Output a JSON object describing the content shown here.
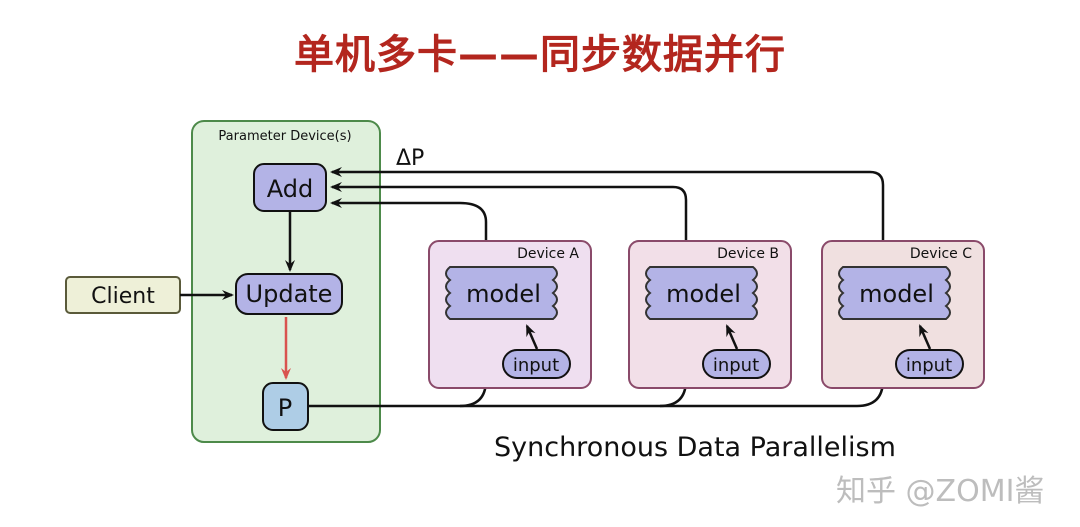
{
  "title": "单机多卡——同步数据并行",
  "diagram": {
    "parameter_device_label": "Parameter Device(s)",
    "add_label": "Add",
    "update_label": "Update",
    "p_label": "P",
    "client_label": "Client",
    "delta_p_label": "ΔP",
    "devices": [
      {
        "name": "Device A",
        "model_label": "model",
        "input_label": "input"
      },
      {
        "name": "Device B",
        "model_label": "model",
        "input_label": "input"
      },
      {
        "name": "Device C",
        "model_label": "model",
        "input_label": "input"
      }
    ],
    "caption": "Synchronous Data Parallelism"
  },
  "colors": {
    "title": "#b3261e",
    "param_bg": "#dff0dc",
    "param_border": "#4d8a4a",
    "node_purple": "#b3b3e6",
    "node_blue": "#aecde6",
    "client_bg": "#eef0d8",
    "device_a_bg": "#efdff0",
    "device_b_bg": "#f2dfe8",
    "device_c_bg": "#f0e0e0",
    "device_border": "#8a4a6a",
    "red_arrow": "#d9534f"
  },
  "watermark": "知乎 @ZOMI酱"
}
